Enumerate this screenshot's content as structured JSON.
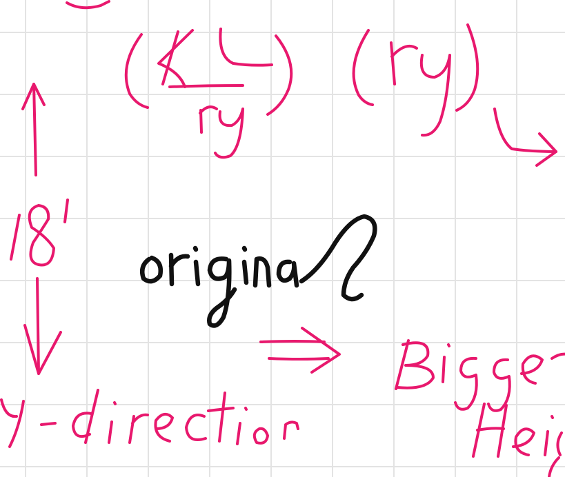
{
  "notes": {
    "formula": "(KL/ry)(ry)",
    "dimension": "18'",
    "center_word": "original",
    "direction": "y-direction",
    "result_word": "Bigger",
    "result_word_2": "Height"
  },
  "colors": {
    "paper": "#ffffff",
    "grid": "#e3e3e3",
    "ink_pink": "#e8186d",
    "ink_black": "#111111"
  },
  "icons": {
    "arrow_up": "arrow-up-icon",
    "arrow_down": "arrow-down-icon",
    "arrow_right": "arrow-right-icon",
    "arrow_hook": "hook-arrow-icon"
  }
}
